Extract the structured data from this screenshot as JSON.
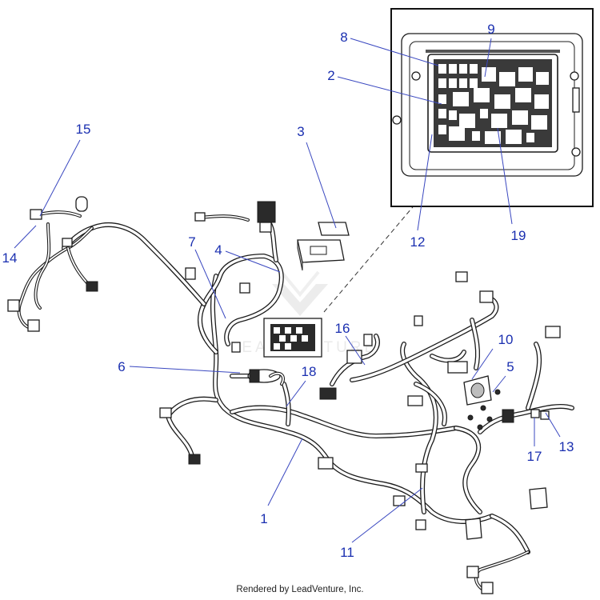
{
  "callouts": [
    {
      "id": "c1",
      "label": "1"
    },
    {
      "id": "c2",
      "label": "2"
    },
    {
      "id": "c3",
      "label": "3"
    },
    {
      "id": "c4",
      "label": "4"
    },
    {
      "id": "c5",
      "label": "5"
    },
    {
      "id": "c6",
      "label": "6"
    },
    {
      "id": "c7",
      "label": "7"
    },
    {
      "id": "c8",
      "label": "8"
    },
    {
      "id": "c9",
      "label": "9"
    },
    {
      "id": "c10",
      "label": "10"
    },
    {
      "id": "c11",
      "label": "11"
    },
    {
      "id": "c12",
      "label": "12"
    },
    {
      "id": "c13",
      "label": "13"
    },
    {
      "id": "c14",
      "label": "14"
    },
    {
      "id": "c15",
      "label": "15"
    },
    {
      "id": "c16",
      "label": "16"
    },
    {
      "id": "c17",
      "label": "17"
    },
    {
      "id": "c18",
      "label": "18"
    },
    {
      "id": "c19",
      "label": "19"
    }
  ],
  "watermark": "LEADVENTURE",
  "footer": "Rendered by LeadVenture, Inc.",
  "colors": {
    "callout": "#1a2fb0",
    "line": "#1c1c1c",
    "watermark": "#d9d9d9"
  }
}
